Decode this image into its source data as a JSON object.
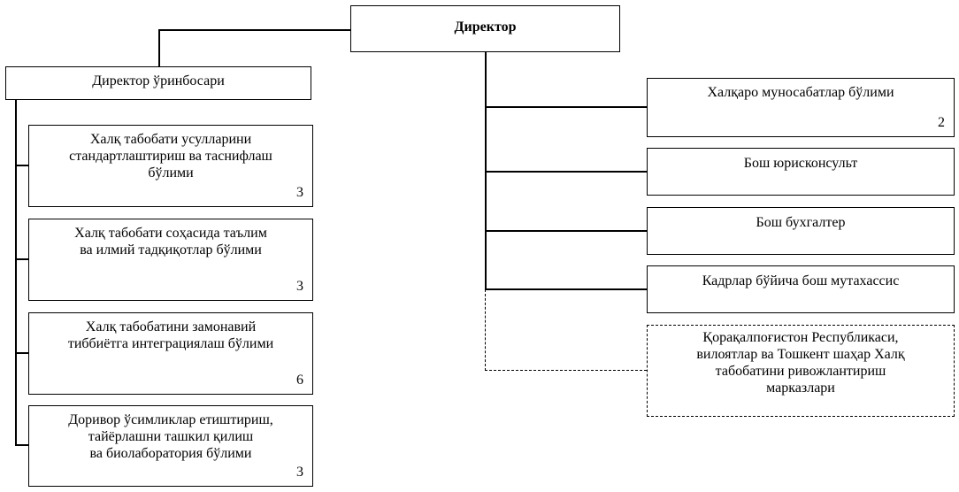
{
  "director": {
    "label": "Директор"
  },
  "deputy": {
    "label": "Директор ўринбосари"
  },
  "left_departments": [
    {
      "lines": [
        "Халқ табобати усулларини",
        "стандартлаштириш ва таснифлаш",
        "бўлими"
      ],
      "count": "3"
    },
    {
      "lines": [
        "Халқ табобати соҳасида таълим",
        "ва илмий тадқиқотлар бўлими"
      ],
      "count": "3"
    },
    {
      "lines": [
        "Халқ табобатини замонавий",
        "тиббиётга интеграциялаш бўлими"
      ],
      "count": "6"
    },
    {
      "lines": [
        "Доривор ўсимликлар етиштириш,",
        "тайёрлашни ташкил қилиш",
        "ва биолаборатория бўлими"
      ],
      "count": "3"
    }
  ],
  "right_departments": [
    {
      "lines": [
        "Халқаро муносабатлар бўлими"
      ],
      "count": "2"
    },
    {
      "lines": [
        "Бош юрисконсульт"
      ]
    },
    {
      "lines": [
        "Бош бухгалтер"
      ]
    },
    {
      "lines": [
        "Кадрлар бўйича бош мутахассис"
      ]
    },
    {
      "lines": [
        "Қорақалпоғистон Республикаси,",
        "вилоятлар ва Тошкент шаҳар Халқ",
        "табобатини ривожлантириш",
        "марказлари"
      ]
    }
  ]
}
